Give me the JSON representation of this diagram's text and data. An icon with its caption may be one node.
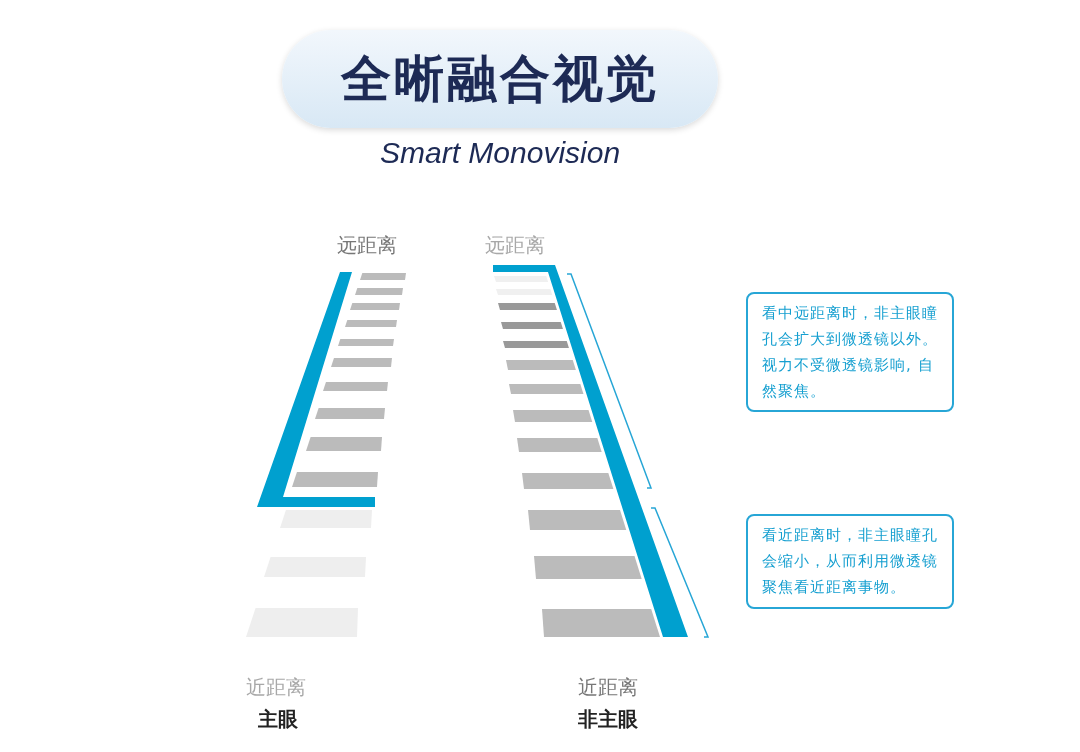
{
  "diagram": {
    "title": "全晰融合视觉",
    "nodes": [
      {
        "text": [
          "看中远距离时，非主眼瞳孔会扩大到微透镜以外。视力不受微透镜影响, 自然聚焦。"
        ]
      },
      {
        "text": [
          "看近距离时，非主眼瞳孔会缩小，从而利用微透镜聚焦看近距离事物。"
        ]
      }
    ],
    "edges": [],
    "labels": [
      "Smart Monovision",
      "远距离",
      "远距离",
      "近距离",
      "近距离",
      "主眼",
      "非主眼"
    ]
  }
}
